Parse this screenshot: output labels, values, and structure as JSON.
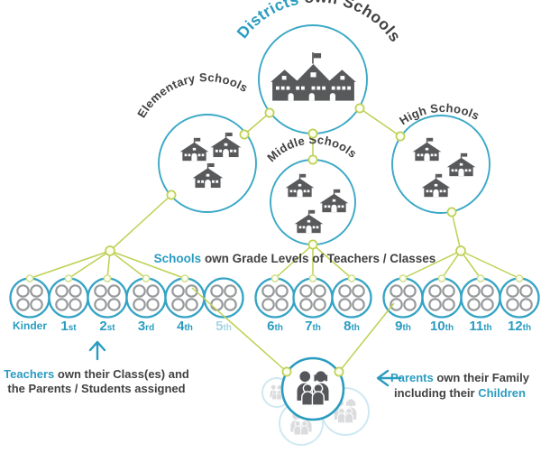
{
  "title": {
    "owner": "Districts",
    "rest": " own Schools"
  },
  "district": {
    "icon": "district-building-icon"
  },
  "school_groups": [
    {
      "id": "elementary",
      "label": "Elementary Schools",
      "icon": "schoolhouse-icon",
      "icon_count": 3
    },
    {
      "id": "middle",
      "label": "Middle Schools",
      "icon": "schoolhouse-icon",
      "icon_count": 3
    },
    {
      "id": "high",
      "label": "High Schools",
      "icon": "schoolhouse-icon",
      "icon_count": 3
    }
  ],
  "grades_caption": {
    "owner": "Schools",
    "rest": " own Grade Levels of Teachers / Classes"
  },
  "grades": [
    {
      "num": "Kinder",
      "suffix": ""
    },
    {
      "num": "1",
      "suffix": "st"
    },
    {
      "num": "2",
      "suffix": "st"
    },
    {
      "num": "3",
      "suffix": "rd"
    },
    {
      "num": "4",
      "suffix": "th"
    },
    {
      "num": "5",
      "suffix": "th",
      "faded": true
    },
    {
      "num": "6",
      "suffix": "th"
    },
    {
      "num": "7",
      "suffix": "th"
    },
    {
      "num": "8",
      "suffix": "th"
    },
    {
      "num": "9",
      "suffix": "th"
    },
    {
      "num": "10",
      "suffix": "th"
    },
    {
      "num": "11",
      "suffix": "th"
    },
    {
      "num": "12",
      "suffix": "th"
    }
  ],
  "teachers_note": {
    "icon": "arrow-up-icon",
    "owner": "Teachers",
    "line1_rest": " own their Class(es) and",
    "line2": "the Parents / Students assigned"
  },
  "parents_note": {
    "icon": "arrow-left-icon",
    "owner": "Parents",
    "line1_rest": " own their Family",
    "line2_pre": "including their ",
    "line2_owner": "Children"
  },
  "family": {
    "icon": "family-icon",
    "faded_circles": 3
  },
  "colors": {
    "teal": "#2a9cc0",
    "dark_text": "#414042",
    "circle_teal": "#35a4c4",
    "connector_green": "#bed053",
    "icon_gray": "#58595b",
    "faded_blue": "#cfe9f1",
    "dot_gray": "#97999b"
  }
}
